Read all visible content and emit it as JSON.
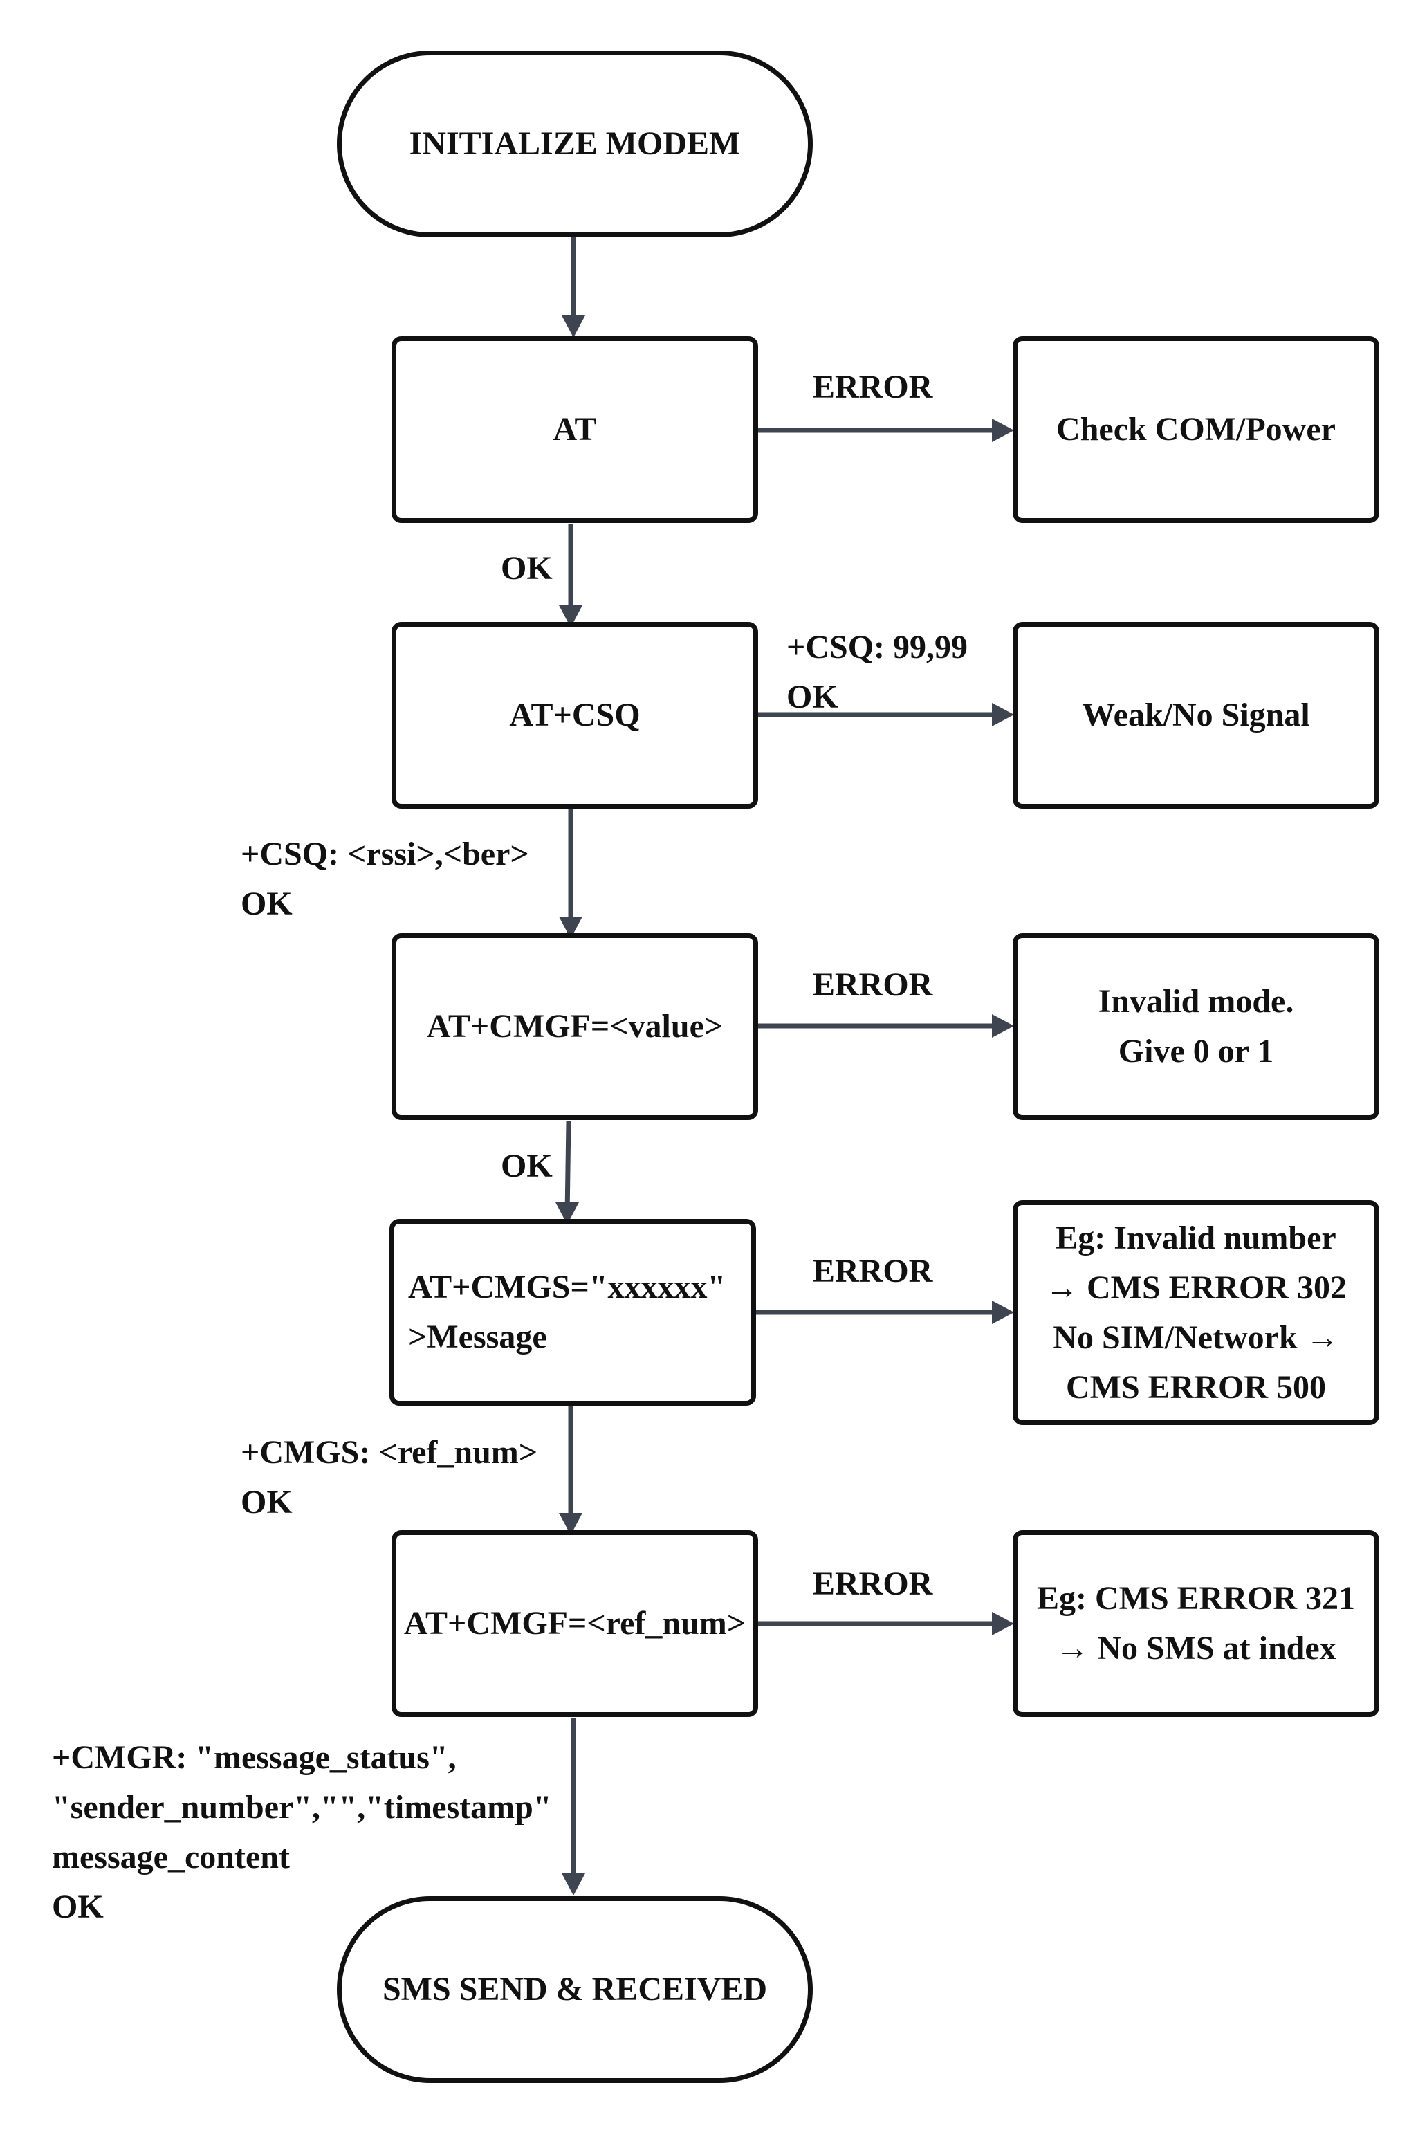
{
  "colors": {
    "arrow": "#3f4550",
    "border": "#111111",
    "text": "#111111"
  },
  "nodes": {
    "start": "INITIALIZE MODEM",
    "at": "AT",
    "check_com": "Check COM/Power",
    "csq": "AT+CSQ",
    "weak_signal": "Weak/No Signal",
    "cmgf_value": "AT+CMGF=<value>",
    "invalid_mode": {
      "line1": "Invalid mode.",
      "line2": "Give 0 or 1"
    },
    "cmgs": {
      "line1": "AT+CMGS=\"xxxxxx\"",
      "line2": ">Message"
    },
    "cmgs_error": {
      "line1": "Eg: Invalid number",
      "line2": "→ CMS ERROR 302",
      "line3": "No SIM/Network →",
      "line4": "CMS ERROR 500"
    },
    "cmgf_ref": "AT+CMGF=<ref_num>",
    "cmgf_ref_error": {
      "line1": "Eg: CMS ERROR 321",
      "line2": "→ No SMS at index"
    },
    "end": "SMS SEND & RECEIVED"
  },
  "labels": {
    "at_error": "ERROR",
    "at_ok": "OK",
    "csq_fail": {
      "line1": "+CSQ: 99,99",
      "line2": "OK"
    },
    "csq_ok": {
      "line1": "+CSQ: <rssi>,<ber>",
      "line2": "OK"
    },
    "cmgf_error": "ERROR",
    "cmgf_ok": "OK",
    "cmgs_error": "ERROR",
    "cmgs_ok": {
      "line1": "+CMGS: <ref_num>",
      "line2": "OK"
    },
    "cmgr_error": "ERROR",
    "cmgr_ok": {
      "line1": "+CMGR: \"message_status\",",
      "line2": "\"sender_number\",\"\",\"timestamp\"",
      "line3": "message_content",
      "line4": "OK"
    }
  }
}
